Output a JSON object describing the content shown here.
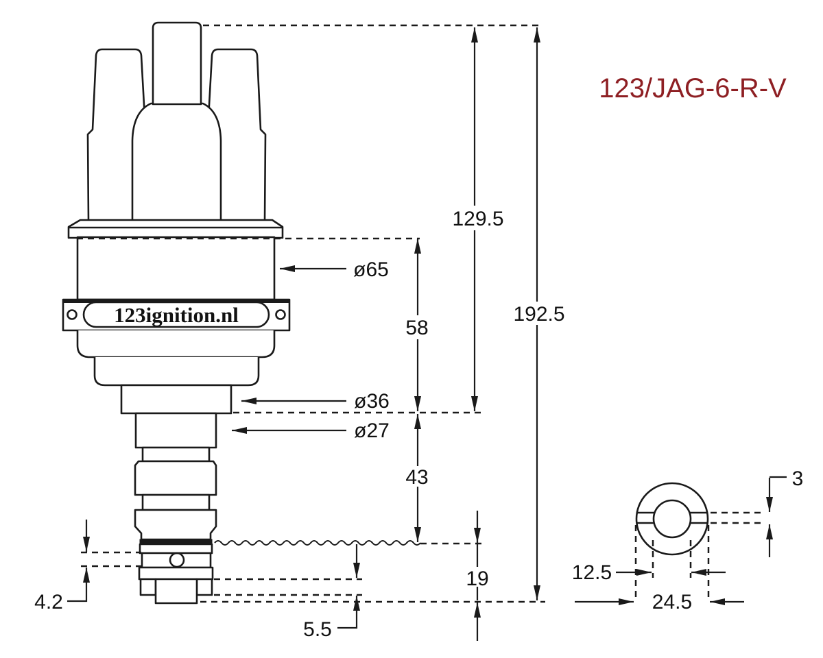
{
  "title": {
    "text": "123/JAG-6-R-V",
    "color": "#8e1f23"
  },
  "brand_plate": {
    "text": "123ignition.nl"
  },
  "dimensions": {
    "overall_height": "192.5",
    "cap_to_shoulder": "129.5",
    "body_diameter": "ø65",
    "body_length": "58",
    "neck_diameter": "ø36",
    "shaft_diameter": "ø27",
    "shaft_length": "43",
    "tail_length": "19",
    "groove_height": "4.2",
    "dog_step": "5.5",
    "tongue_offset": "3",
    "bore_diameter": "12.5",
    "dog_diameter": "24.5"
  },
  "colors": {
    "line": "#1a1a1a"
  }
}
